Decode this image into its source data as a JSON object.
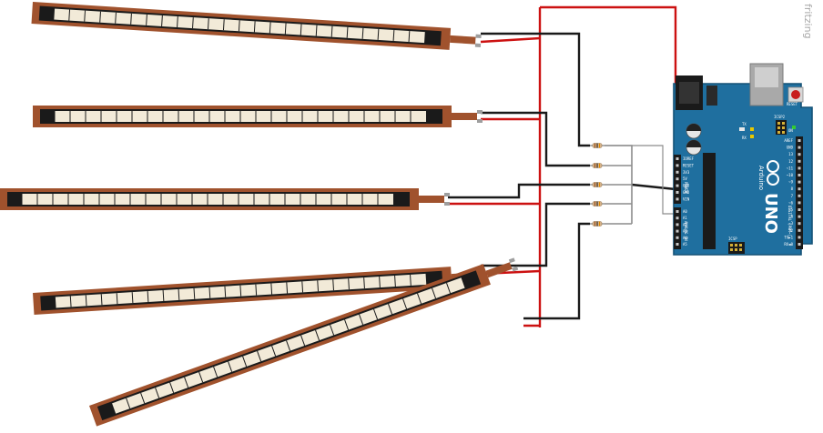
{
  "watermark": "fritzing",
  "board": {
    "name": "UNO",
    "brand": "Arduino",
    "reset_label": "RESET",
    "icsp_label": "ICSP",
    "icsp2_label": "ICSP2",
    "aref_label": "AREF",
    "tx_label": "TX",
    "rx_label": "RX",
    "on_label": "ON",
    "power_label": "POWER",
    "analog_label": "ANALOG IN",
    "digital_label": "DIGITAL (PWM~)",
    "power_pins": [
      "IOREF",
      "RESET",
      "3V3",
      "5V",
      "GND",
      "GND",
      "VIN"
    ],
    "analog_pins": [
      "A0",
      "A1",
      "A2",
      "A3",
      "A4",
      "A5"
    ],
    "digital_pins": [
      "AREF",
      "GND",
      "13",
      "12",
      "~11",
      "~10",
      "~9",
      "8",
      "7",
      "~6",
      "~5",
      "4",
      "~3",
      "2",
      "TX▶1",
      "RX◀0"
    ]
  },
  "colors": {
    "sensor_brown": "#a0522d",
    "sensor_strip": "#f2ead8",
    "sensor_dark": "#1a1a1a",
    "wire_red": "#cc1111",
    "wire_black": "#1a1a1a",
    "wire_gray": "#8c8c8c",
    "board_blue": "#1f6f9f",
    "board_edge": "#155277"
  }
}
